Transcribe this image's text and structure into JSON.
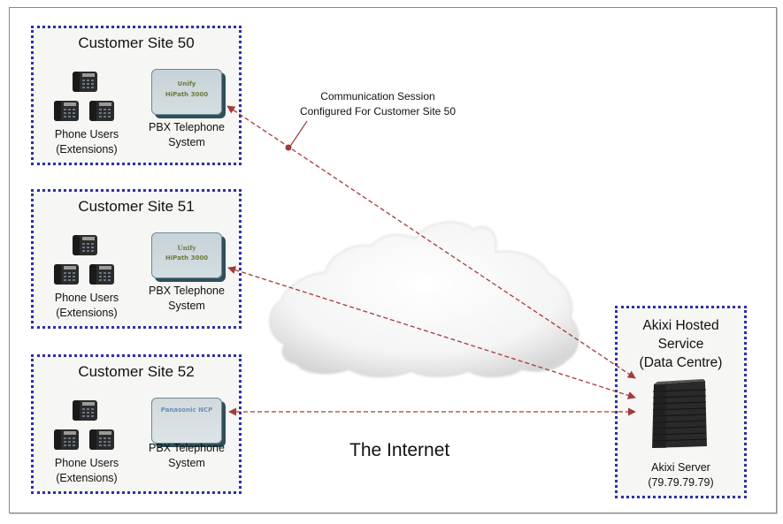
{
  "diagram": {
    "internet_label": "The Internet",
    "annotation": {
      "line1": "Communication Session",
      "line2": "Configured For Customer Site 50"
    },
    "colors": {
      "site_border": "#2e2fa8",
      "connection_line": "#a33a3a",
      "site_background": "#f6f6f5"
    },
    "sites": [
      {
        "title": "Customer Site 50",
        "phones_label_1": "Phone Users",
        "phones_label_2": "(Extensions)",
        "pbx_label_1": "PBX Telephone",
        "pbx_label_2": "System",
        "pbx_device_line1": "Unify",
        "pbx_device_line2": "HiPath 3000"
      },
      {
        "title": "Customer Site 51",
        "phones_label_1": "Phone Users",
        "phones_label_2": "(Extensions)",
        "pbx_label_1": "PBX Telephone",
        "pbx_label_2": "System",
        "pbx_device_line1": "Unify",
        "pbx_device_line2": "HiPath 3000"
      },
      {
        "title": "Customer Site 52",
        "phones_label_1": "Phone Users",
        "phones_label_2": "(Extensions)",
        "pbx_label_1": "PBX Telephone",
        "pbx_label_2": "System",
        "pbx_device_line1": "Panasonic NCP",
        "pbx_device_line2": ""
      }
    ],
    "data_centre": {
      "title_1": "Akixi Hosted",
      "title_2": "Service",
      "title_3": "(Data Centre)",
      "server_label": "Akixi Server",
      "server_ip": "(79.79.79.79)"
    },
    "connections": [
      {
        "from": "Customer Site 50 PBX",
        "to": "Akixi Server",
        "style": "dashed",
        "arrows": "both"
      },
      {
        "from": "Customer Site 51 PBX",
        "to": "Akixi Server",
        "style": "dashed",
        "arrows": "both"
      },
      {
        "from": "Customer Site 52 PBX",
        "to": "Akixi Server",
        "style": "dashed",
        "arrows": "both"
      }
    ]
  }
}
